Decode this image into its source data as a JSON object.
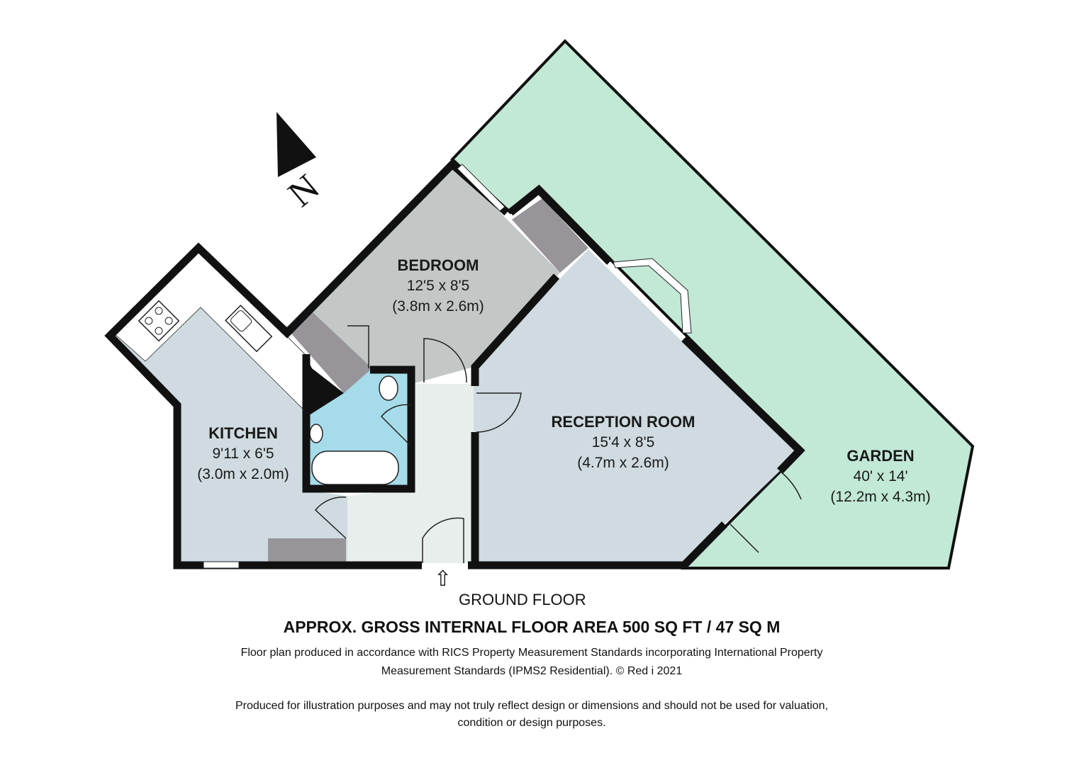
{
  "rooms": {
    "bedroom": {
      "name": "BEDROOM",
      "imperial": "12'5 x 8'5",
      "metric": "(3.8m x 2.6m)"
    },
    "kitchen": {
      "name": "KITCHEN",
      "imperial": "9'11 x 6'5",
      "metric": "(3.0m x 2.0m)"
    },
    "reception": {
      "name": "RECEPTION ROOM",
      "imperial": "15'4 x 8'5",
      "metric": "(4.7m x 2.6m)"
    },
    "garden": {
      "name": "GARDEN",
      "imperial": "40' x 14'",
      "metric": "(12.2m x 4.3m)"
    }
  },
  "compass": {
    "label": "N"
  },
  "floor_label": "GROUND FLOOR",
  "area": "APPROX. GROSS INTERNAL FLOOR AREA 500 SQ FT / 47 SQ M",
  "standards_line1": "Floor plan produced in accordance with RICS Property Measurement Standards incorporating International Property",
  "standards_line2": "Measurement Standards (IPMS2 Residential). © Red i 2021",
  "disclaimer_line1": "Produced for illustration purposes and may not truly reflect design or dimensions and should not be used for valuation,",
  "disclaimer_line2": "condition or design purposes.",
  "colors": {
    "garden": "#c2e8d6",
    "bedroom": "#c3c7c6",
    "room": "#cfdbe0",
    "bath": "#a6dcea",
    "hall": "#e8eeec",
    "cupboard": "#97959a"
  }
}
